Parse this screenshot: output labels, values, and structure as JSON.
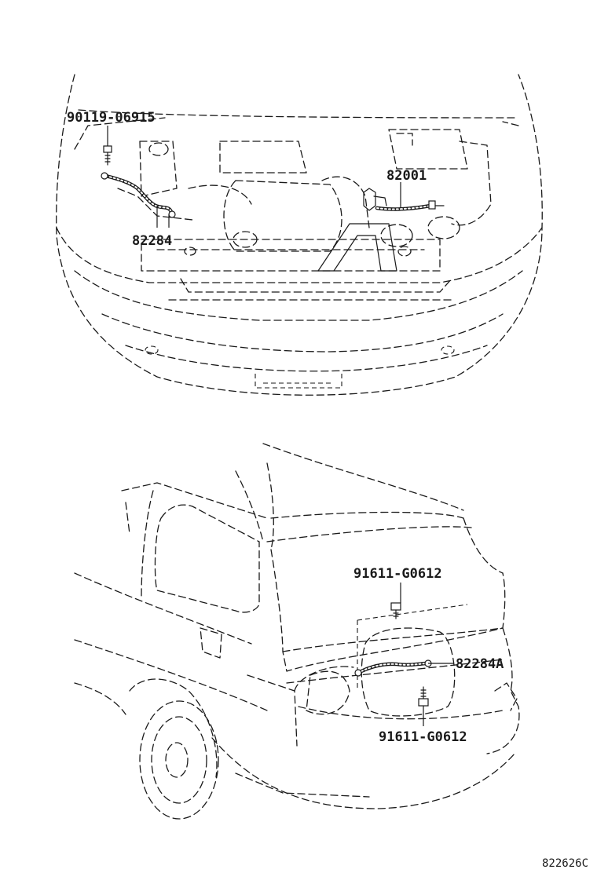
{
  "labels": {
    "bolt_front": "90119-06915",
    "harness_82001": "82001",
    "harness_82284": "82284",
    "bolt_rear_top": "91611-G0612",
    "harness_82284A": "82284A",
    "bolt_rear_bottom": "91611-G0612"
  },
  "diagram_code": "822626C"
}
